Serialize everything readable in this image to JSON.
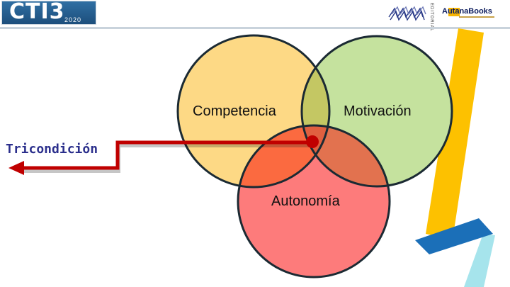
{
  "header": {
    "logo_title": "CTI3",
    "logo_year": "2020",
    "publisher_vertical": "EDITORIAL",
    "publisher_name": "AutanaBooks"
  },
  "venn": {
    "circle_labels": {
      "competencia": "Competencia",
      "motivacion": "Motivación",
      "autonomia": "Autonomía"
    },
    "result_label": "Tricondición"
  },
  "colors": {
    "competencia": "#fdd985",
    "motivacion": "#c5e29e",
    "autonomia": "#fd7b7b",
    "overlap_cm": "#c4c763",
    "overlap_ca": "#fb6a40",
    "overlap_ma": "#e2724f",
    "center": "#e06040",
    "arrow": "#c00000",
    "stripe_yellow": "#fdc100",
    "stripe_blue": "#1b6fb8",
    "stripe_cyan": "#a6e4ec"
  },
  "icons": {
    "logo_cti": "cti-logo",
    "publisher_logo": "wave-logo",
    "arrow": "left-arrow"
  }
}
